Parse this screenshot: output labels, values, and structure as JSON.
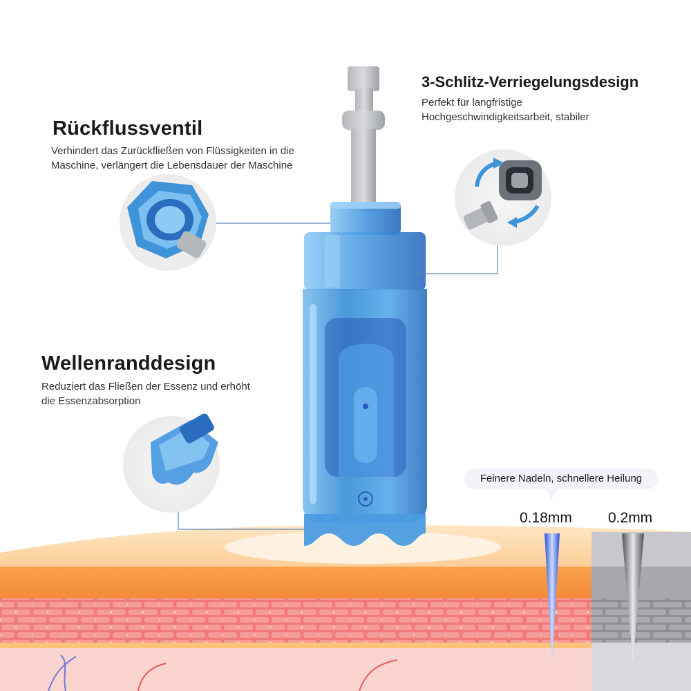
{
  "features": {
    "locking": {
      "title": "3-Schlitz-Verriegelungsdesign",
      "desc_line1": "Perfekt für langfristige",
      "desc_line2": "Hochgeschwindigkeitsarbeit, stabiler"
    },
    "valve": {
      "title": "Rückflussventil",
      "desc_line1": "Verhindert das Zurückfließen von Flüssigkeiten in die",
      "desc_line2": "Maschine, verlängert die Lebensdauer der Maschine"
    },
    "wave": {
      "title": "Wellenranddesign",
      "desc_line1": "Reduziert das Fließen der Essenz und erhöht",
      "desc_line2": "die Essenzabsorption"
    }
  },
  "needles": {
    "badge": "Feinere Nadeln, schnellere Heilung",
    "fine_size": "0.18mm",
    "standard_size": "0.2mm"
  },
  "colors": {
    "cartridge_blue": "#3f93d8",
    "skin_orange": "#f7a24a",
    "skin_red": "#ef6f6f",
    "callout_line": "#5a86b8"
  }
}
